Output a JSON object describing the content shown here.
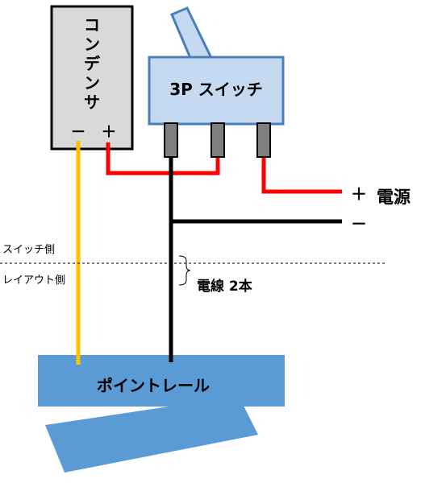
{
  "capacitor": {
    "label_chars": [
      "コ",
      "ン",
      "デ",
      "ン",
      "サ"
    ],
    "minus": "－",
    "plus": "＋"
  },
  "switch": {
    "label": "3P スイッチ"
  },
  "power": {
    "plus": "＋",
    "label": "電源",
    "minus": "－"
  },
  "sides": {
    "switch_side": "スイッチ側",
    "layout_side": "レイアウト側"
  },
  "wires_note": "電線 2本",
  "rail": {
    "label": "ポイントレール"
  },
  "colors": {
    "capacitor_fill": "#d9d9d9",
    "switch_fill": "#c5d9f1",
    "switch_border": "#4a7ebb",
    "rail_fill": "#5b9bd5",
    "wire_red": "#ff0000",
    "wire_black": "#000000",
    "wire_yellow": "#ffc000",
    "terminal_fill": "#7f7f7f"
  }
}
